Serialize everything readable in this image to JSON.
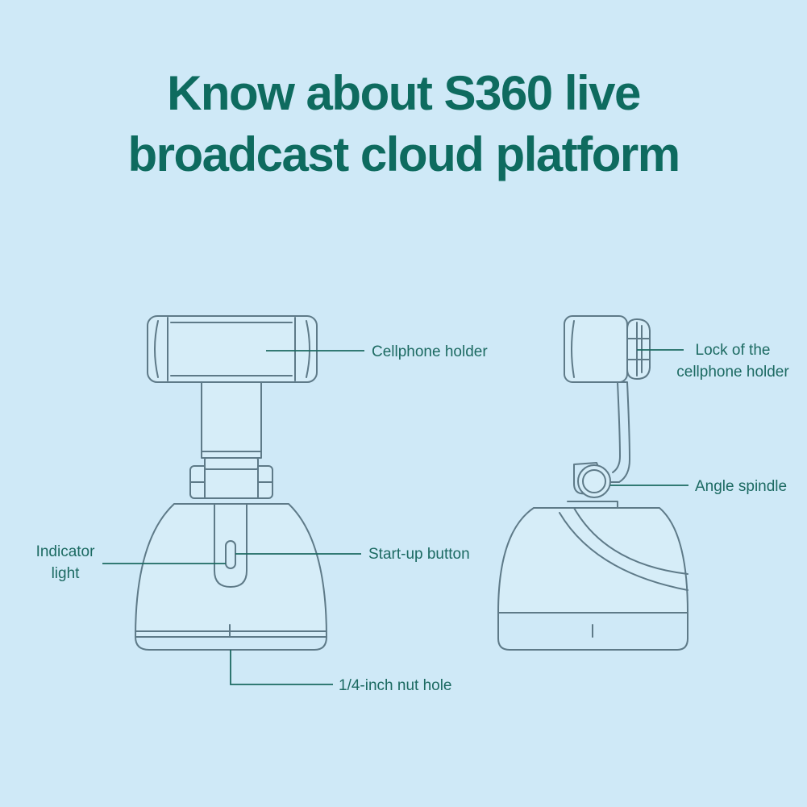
{
  "title": {
    "line1": "Know about S360 live",
    "line2": "broadcast cloud platform"
  },
  "labels": {
    "cellphone_holder": "Cellphone holder",
    "lock_line1": "Lock of the",
    "lock_line2": "cellphone holder",
    "angle_spindle": "Angle spindle",
    "indicator_line1": "Indicator",
    "indicator_line2": "light",
    "startup_button": "Start-up button",
    "nut_hole": "1/4-inch nut hole"
  },
  "colors": {
    "background": "#cfe9f7",
    "title": "#0e6b5f",
    "label": "#1c6a62",
    "outline": "#5e7a88",
    "leader": "#1c6a62"
  }
}
